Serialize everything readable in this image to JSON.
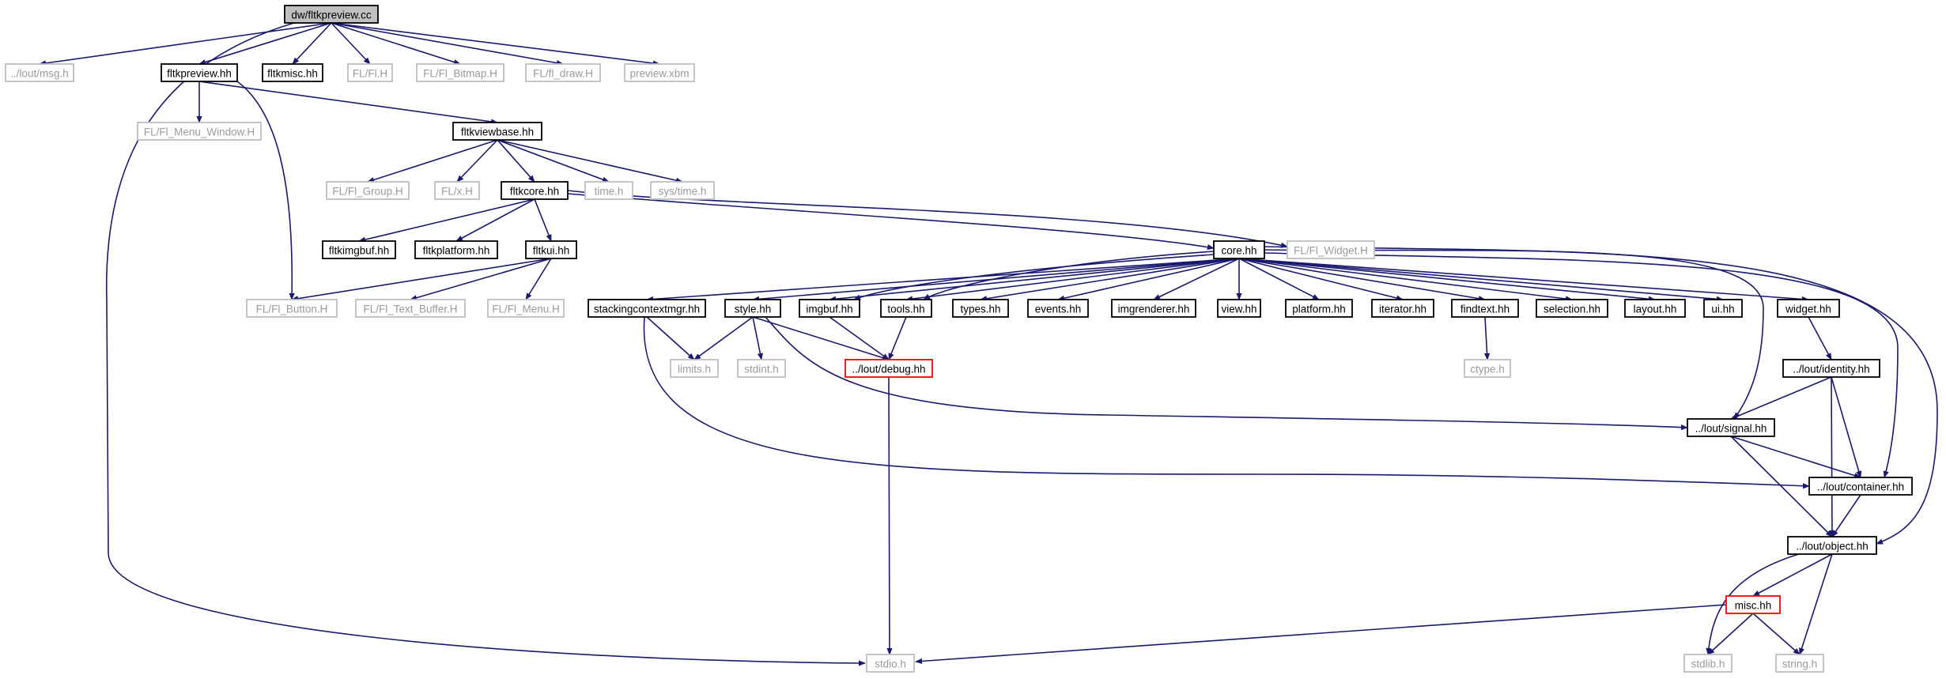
{
  "graph": {
    "title": "",
    "colors": {
      "edge": "#191970",
      "root_fill": "#bfbfbf",
      "documented_border": "#000000",
      "undocumented_border": "#bfbfbf",
      "missing_border": "#ff0000",
      "text": "#000000",
      "undocumented_text": "#9a9a9a"
    },
    "nodes": [
      {
        "id": "root",
        "label": "dw/fltkpreview.cc",
        "kind": "root"
      },
      {
        "id": "msg",
        "label": "../lout/msg.h",
        "kind": "undocumented"
      },
      {
        "id": "fltkpreview_hh",
        "label": "fltkpreview.hh",
        "kind": "documented"
      },
      {
        "id": "fltkmisc",
        "label": "fltkmisc.hh",
        "kind": "documented"
      },
      {
        "id": "fl_h",
        "label": "FL/Fl.H",
        "kind": "undocumented"
      },
      {
        "id": "fl_bitmap",
        "label": "FL/Fl_Bitmap.H",
        "kind": "undocumented"
      },
      {
        "id": "fl_draw",
        "label": "FL/fl_draw.H",
        "kind": "undocumented"
      },
      {
        "id": "preview_xbm",
        "label": "preview.xbm",
        "kind": "undocumented"
      },
      {
        "id": "fl_menu_window",
        "label": "FL/Fl_Menu_Window.H",
        "kind": "undocumented"
      },
      {
        "id": "fltkviewbase",
        "label": "fltkviewbase.hh",
        "kind": "documented"
      },
      {
        "id": "fl_group",
        "label": "FL/Fl_Group.H",
        "kind": "undocumented"
      },
      {
        "id": "fl_x",
        "label": "FL/x.H",
        "kind": "undocumented"
      },
      {
        "id": "fltkcore",
        "label": "fltkcore.hh",
        "kind": "documented"
      },
      {
        "id": "time_h",
        "label": "time.h",
        "kind": "undocumented"
      },
      {
        "id": "sys_time",
        "label": "sys/time.h",
        "kind": "undocumented"
      },
      {
        "id": "fltkimgbuf",
        "label": "fltkimgbuf.hh",
        "kind": "documented"
      },
      {
        "id": "fltkplatform",
        "label": "fltkplatform.hh",
        "kind": "documented"
      },
      {
        "id": "fltkui",
        "label": "fltkui.hh",
        "kind": "documented"
      },
      {
        "id": "core",
        "label": "core.hh",
        "kind": "documented"
      },
      {
        "id": "fl_widget",
        "label": "FL/Fl_Widget.H",
        "kind": "undocumented"
      },
      {
        "id": "fl_button",
        "label": "FL/Fl_Button.H",
        "kind": "undocumented"
      },
      {
        "id": "fl_text_buffer",
        "label": "FL/Fl_Text_Buffer.H",
        "kind": "undocumented"
      },
      {
        "id": "fl_menu",
        "label": "FL/Fl_Menu.H",
        "kind": "undocumented"
      },
      {
        "id": "stackingcontextmgr",
        "label": "stackingcontextmgr.hh",
        "kind": "documented"
      },
      {
        "id": "style",
        "label": "style.hh",
        "kind": "documented"
      },
      {
        "id": "imgbuf",
        "label": "imgbuf.hh",
        "kind": "documented"
      },
      {
        "id": "tools",
        "label": "tools.hh",
        "kind": "documented"
      },
      {
        "id": "types",
        "label": "types.hh",
        "kind": "documented"
      },
      {
        "id": "events",
        "label": "events.hh",
        "kind": "documented"
      },
      {
        "id": "imgrenderer",
        "label": "imgrenderer.hh",
        "kind": "documented"
      },
      {
        "id": "view",
        "label": "view.hh",
        "kind": "documented"
      },
      {
        "id": "platform",
        "label": "platform.hh",
        "kind": "documented"
      },
      {
        "id": "iterator",
        "label": "iterator.hh",
        "kind": "documented"
      },
      {
        "id": "findtext",
        "label": "findtext.hh",
        "kind": "documented"
      },
      {
        "id": "selection",
        "label": "selection.hh",
        "kind": "documented"
      },
      {
        "id": "layout",
        "label": "layout.hh",
        "kind": "documented"
      },
      {
        "id": "ui",
        "label": "ui.hh",
        "kind": "documented"
      },
      {
        "id": "widget",
        "label": "widget.hh",
        "kind": "documented"
      },
      {
        "id": "limits",
        "label": "limits.h",
        "kind": "undocumented"
      },
      {
        "id": "stdint",
        "label": "stdint.h",
        "kind": "undocumented"
      },
      {
        "id": "debug",
        "label": "../lout/debug.hh",
        "kind": "missing"
      },
      {
        "id": "ctype",
        "label": "ctype.h",
        "kind": "undocumented"
      },
      {
        "id": "identity",
        "label": "../lout/identity.hh",
        "kind": "documented"
      },
      {
        "id": "signal",
        "label": "../lout/signal.hh",
        "kind": "documented"
      },
      {
        "id": "container",
        "label": "../lout/container.hh",
        "kind": "documented"
      },
      {
        "id": "object",
        "label": "../lout/object.hh",
        "kind": "documented"
      },
      {
        "id": "misc",
        "label": "misc.hh",
        "kind": "missing"
      },
      {
        "id": "stdio",
        "label": "stdio.h",
        "kind": "undocumented"
      },
      {
        "id": "stdlib",
        "label": "stdlib.h",
        "kind": "undocumented"
      },
      {
        "id": "string_h",
        "label": "string.h",
        "kind": "undocumented"
      }
    ]
  }
}
